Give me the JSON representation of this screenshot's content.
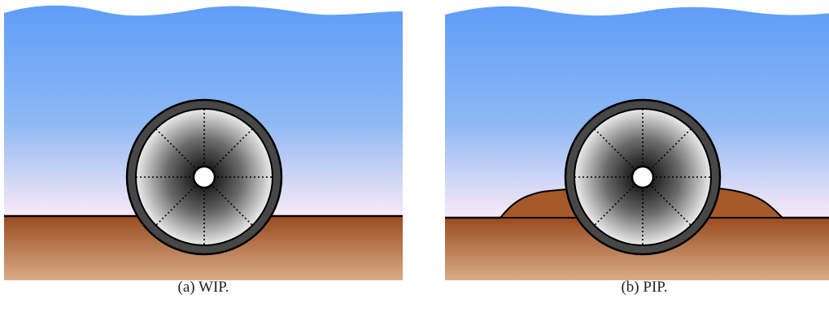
{
  "figures": [
    {
      "caption": "(a) WIP.",
      "mode": "wip"
    },
    {
      "caption": "(b) PIP.",
      "mode": "pip"
    }
  ],
  "colors": {
    "water_top": "#5f9df9",
    "water_mid": "#8ab4f4",
    "water_bottom": "#fcebf8",
    "soil_top": "#9a4b1f",
    "soil_bottom": "#d8aa84",
    "pipe_ring": "#4a4a4a",
    "pipe_center_dark": "#000000",
    "pipe_edge_light": "#e6e6e6"
  },
  "icons": [
    "pipe-cross-section",
    "soil-berm",
    "water-surface"
  ]
}
